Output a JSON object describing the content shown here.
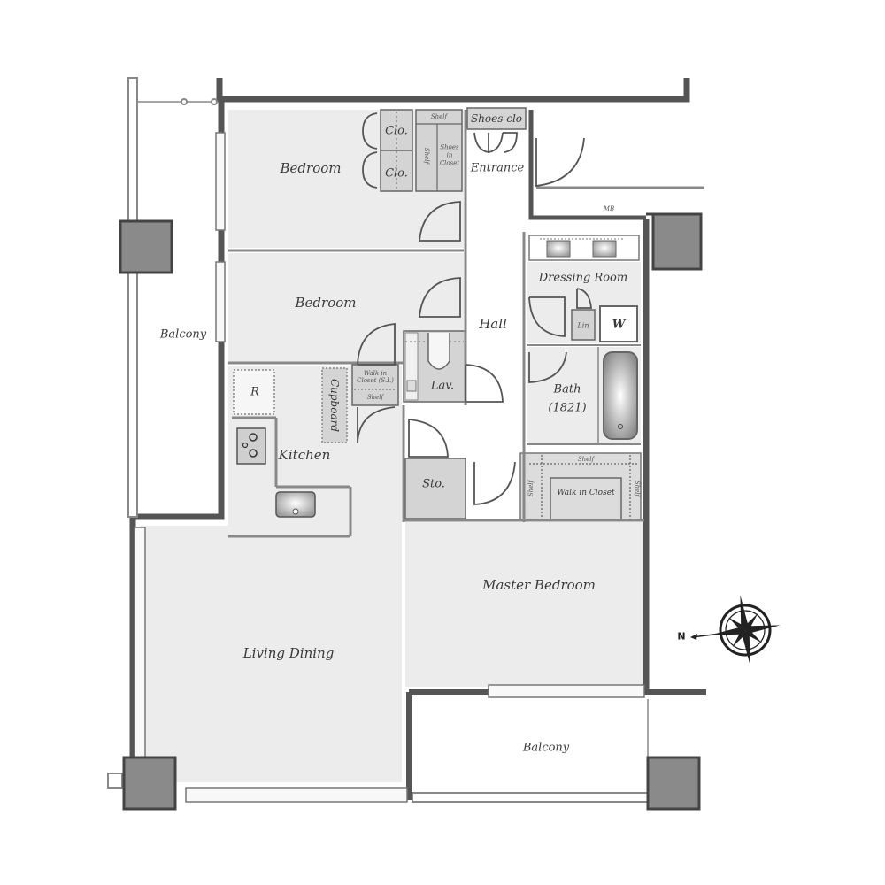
{
  "plan": {
    "colors": {
      "wall": "#555555",
      "wall_fill": "#8c8c8c",
      "column": "#8a8a8a",
      "room_fill": "#ececec",
      "storage_fill": "#d4d4d4",
      "hall_fill": "#ffffff",
      "outline": "#6a6a6a"
    },
    "rooms": {
      "bedroom_1": "Bedroom",
      "bedroom_2": "Bedroom",
      "master_bedroom": "Master Bedroom",
      "living_dining": "Living Dining",
      "kitchen": "Kitchen",
      "hall": "Hall",
      "entrance": "Entrance",
      "dressing_room": "Dressing Room",
      "bath": "Bath",
      "bath_size": "(1821)",
      "lavatory": "Lav.",
      "storage": "Sto.",
      "balcony_west": "Balcony",
      "balcony_south": "Balcony"
    },
    "fixtures": {
      "closet_1": "Clo.",
      "closet_2": "Clo.",
      "shelf_top": "Shelf",
      "shelf_side": "Shelf",
      "shoes_in_closet": "Shoes in Closet",
      "shoes_clo": "Shoes clo",
      "refrigerator": "R",
      "cupboard": "Cupboard",
      "walk_in_closet_small": "Walk in Closet (S.I.)",
      "walk_in_closet_small_shelf": "Shelf",
      "linen": "Lin",
      "washer": "W",
      "walk_in_closet_master": "Walk in Closet",
      "wic_shelf_top": "Shelf",
      "wic_shelf_left": "Shelf",
      "wic_shelf_right": "Shelf",
      "meter_box": "MB"
    },
    "compass": {
      "north_label": "N",
      "icon": "compass-rose-icon"
    }
  }
}
